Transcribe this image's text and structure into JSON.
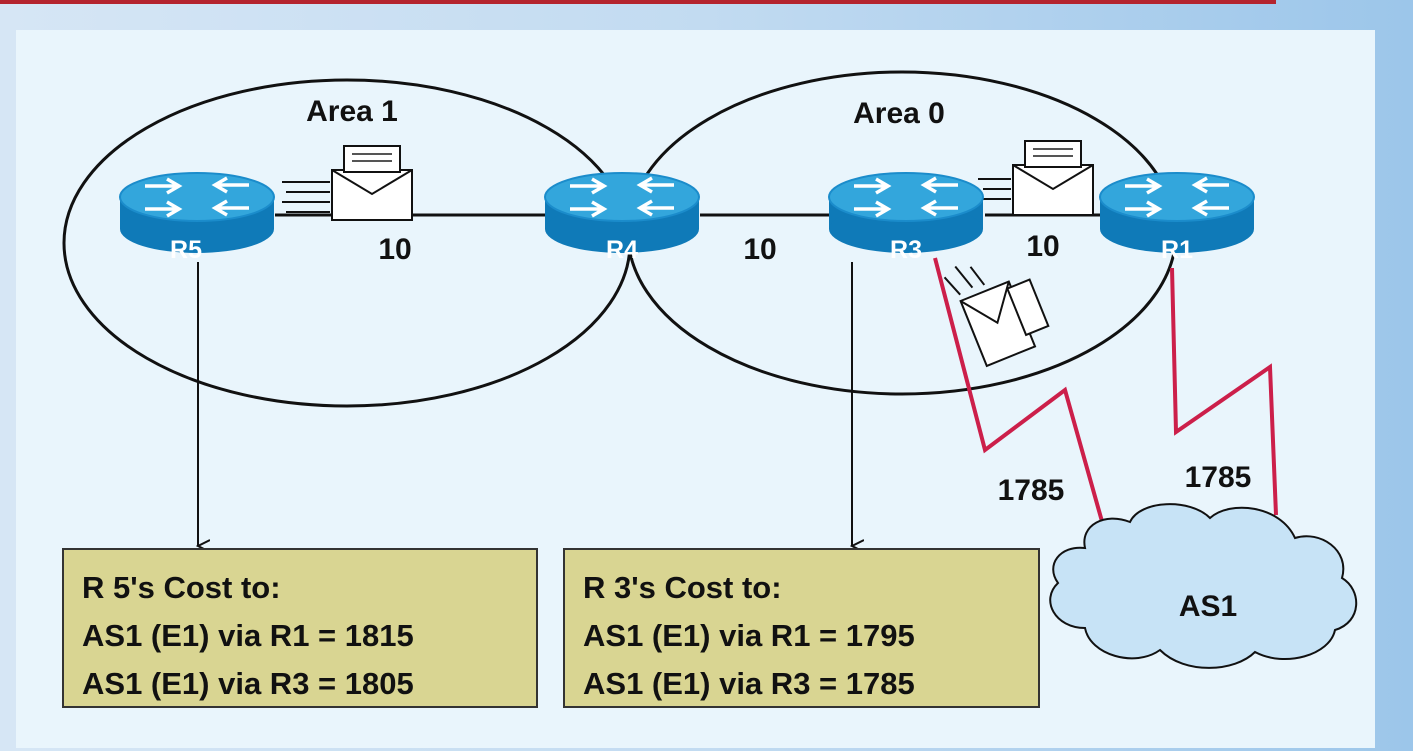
{
  "areas": {
    "area1": "Area 1",
    "area0": "Area 0"
  },
  "routers": {
    "r5": "R5",
    "r4": "R4",
    "r3": "R3",
    "r1": "R1"
  },
  "link_costs": {
    "r5_r4": "10",
    "r4_r3": "10",
    "r3_r1": "10",
    "r3_as1": "1785",
    "r1_as1": "1785"
  },
  "cloud": {
    "label": "AS1"
  },
  "r5_box": {
    "title": "R 5's Cost to:",
    "line1": "AS1 (E1) via R1 = 1815",
    "line2": "AS1 (E1) via R3 = 1805"
  },
  "r3_box": {
    "title": "R 3's Cost to:",
    "line1": "AS1 (E1) via R1 = 1795",
    "line2": "AS1 (E1) via R3 = 1785"
  },
  "colors": {
    "router_top": "#33a6dc",
    "router_side": "#0f7ab8",
    "serial_link": "#cc1f4a",
    "cost_box": "#d9d592",
    "cloud": "#c7e3f6"
  }
}
